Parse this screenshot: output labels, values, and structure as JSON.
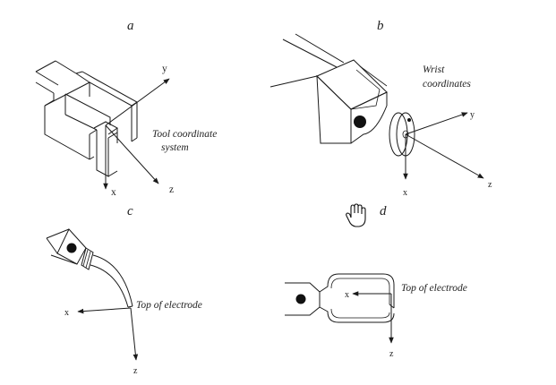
{
  "panels": {
    "a": {
      "letter": "a",
      "caption_line1": "Tool coordinate",
      "caption_line2": "system",
      "axis_x": "x",
      "axis_y": "y",
      "axis_z": "z"
    },
    "b": {
      "letter": "b",
      "caption_line1": "Wrist",
      "caption_line2": "coordinates",
      "axis_x": "x",
      "axis_y": "y",
      "axis_z": "z"
    },
    "c": {
      "letter": "c",
      "caption": "Top of electrode",
      "axis_x": "x",
      "axis_z": "z"
    },
    "d": {
      "letter": "d",
      "caption": "Top of electrode",
      "axis_x": "x",
      "axis_z": "z"
    }
  },
  "cursor": {
    "icon": "hand-cursor-icon"
  }
}
